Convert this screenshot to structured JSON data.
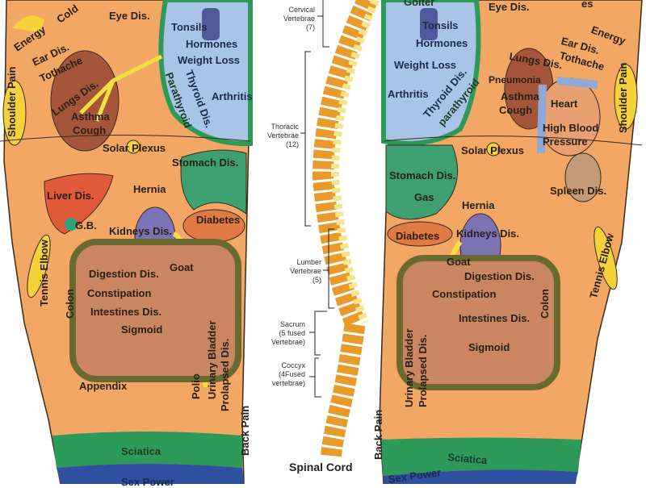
{
  "left_foot": {
    "cold": "Cold",
    "energy": "Energy",
    "eye": "Eye Dis.",
    "ear": "Ear Dis.",
    "toothache": "Tothache",
    "shoulder": "Shoulder Pain",
    "lungs": "Lungs Dis.",
    "asthma": "Asthma",
    "cough": "Cough",
    "tonsils": "Tonsils",
    "hormones": "Hormones",
    "weight": "Weight Loss",
    "arthritis": "Arthritis",
    "thyroid": "Thyroid Dis.",
    "parathyroid": "Parathyroid",
    "solar": "Solar Plexus",
    "stomach": "Stomach Dis.",
    "liver": "Liver Dis.",
    "hernia": "Hernia",
    "gb": "G.B.",
    "kidneys": "Kidneys Dis.",
    "diabetes": "Diabetes",
    "tennis": "Tennis Elbow",
    "digestion": "Digestion Dis.",
    "constipation": "Constipation",
    "colon": "Colon",
    "intestines": "Intestines Dis.",
    "sigmoid": "Sigmoid",
    "goat": "Goat",
    "appendix": "Appendix",
    "polio": "Polio",
    "bladder": "Urinary Bladder",
    "prolapsed": "Prolapsed Dis.",
    "back": "Back Pain",
    "sciatica": "Sciatica",
    "sex": "Sex Power"
  },
  "right_foot": {
    "goiter": "Goiter",
    "tonsils": "Tonsils",
    "hormones": "Hormones",
    "weight": "Weight Loss",
    "arthritis": "Arthritis",
    "thyroid": "Thyroid Dis.",
    "parathyroid": "parathyroid",
    "eye": "Eye Dis.",
    "toe": "es",
    "energy": "Energy",
    "ear": "Ear Dis.",
    "toothache": "Tothache",
    "shoulder": "Shoulder Pain",
    "lungs": "Lungs Dis.",
    "pneumonia": "Pneumonia",
    "asthma": "Asthma",
    "cough": "Cough",
    "heart": "Heart",
    "hbp1": "High Blood",
    "hbp2": "Pressure",
    "solar": "Solar Plexus",
    "stomach": "Stomach Dis.",
    "gas": "Gas",
    "spleen": "Spleen Dis.",
    "hernia": "Hernia",
    "diabetes": "Diabetes",
    "kidneys": "Kidneys Dis.",
    "tennis": "Tennis Elbow",
    "goat": "Goat",
    "digestion": "Digestion Dis.",
    "constipation": "Constipation",
    "colon": "Colon",
    "intestines": "Intestines Dis.",
    "sigmoid": "Sigmoid",
    "bladder": "Urinary Bladder",
    "prolapsed": "Prolapsed Dis.",
    "back": "Back Pain",
    "sciatica": "Sciatica",
    "sex": "Sex Power"
  },
  "spine": {
    "cervical": "Cervical\nVertebrae\n(7)",
    "thoracic": "Thoracic\nVertebrae\n(12)",
    "lumber": "Lumber\nVertebrae\n(5)",
    "sacrum": "Sacrum\n(5 fused\nVertebrae)",
    "coccyx": "Coccyx\n(4Fused\nvertebrae)",
    "title": "Spinal Cord"
  },
  "colors": {
    "skin": "#f2a764",
    "thyroid": "#a9c4e6",
    "green": "#2e9a5a",
    "blue": "#2f4fa0",
    "spine": "#e89a2a"
  }
}
